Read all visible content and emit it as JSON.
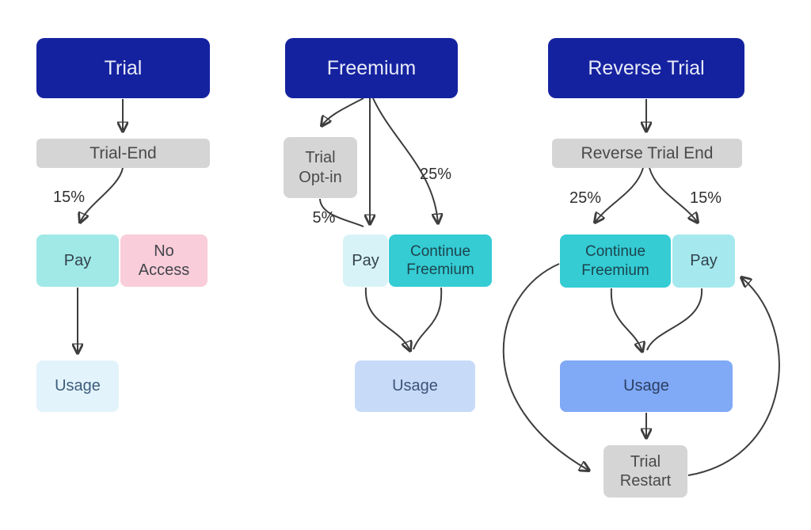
{
  "models": [
    {
      "title": "Trial",
      "nodes": {
        "trial_end": "Trial-End",
        "pay": "Pay",
        "no_access": "No Access",
        "usage": "Usage"
      },
      "rates": {
        "pay": "15%"
      }
    },
    {
      "title": "Freemium",
      "nodes": {
        "trial_opt_in": "Trial Opt-in",
        "pay": "Pay",
        "continue_freemium": "Continue Freemium",
        "usage": "Usage"
      },
      "rates": {
        "opt_in_to_pay": "5%",
        "continue_freemium": "25%"
      }
    },
    {
      "title": "Reverse Trial",
      "nodes": {
        "reverse_trial_end": "Reverse Trial End",
        "continue_freemium": "Continue Freemium",
        "pay": "Pay",
        "usage": "Usage",
        "trial_restart": "Trial Restart"
      },
      "rates": {
        "continue_freemium": "25%",
        "pay": "15%"
      }
    }
  ],
  "colors": {
    "header_blue": "#1522a0",
    "gray_node": "#d5d5d6",
    "trial_pay_aqua": "#a0e9e6",
    "no_access_pink": "#f9cdd9",
    "trial_usage_pale_blue": "#e3f3fc",
    "freemium_pay_cyan": "#d8f3f8",
    "continue_freemium_teal": "#35ccd4",
    "freemium_usage_soft_blue": "#c7daf8",
    "reverse_pay_light_teal": "#a5e9ef",
    "reverse_usage_mid_blue": "#80a9f6",
    "arrow_gray": "#3d3d3d"
  }
}
